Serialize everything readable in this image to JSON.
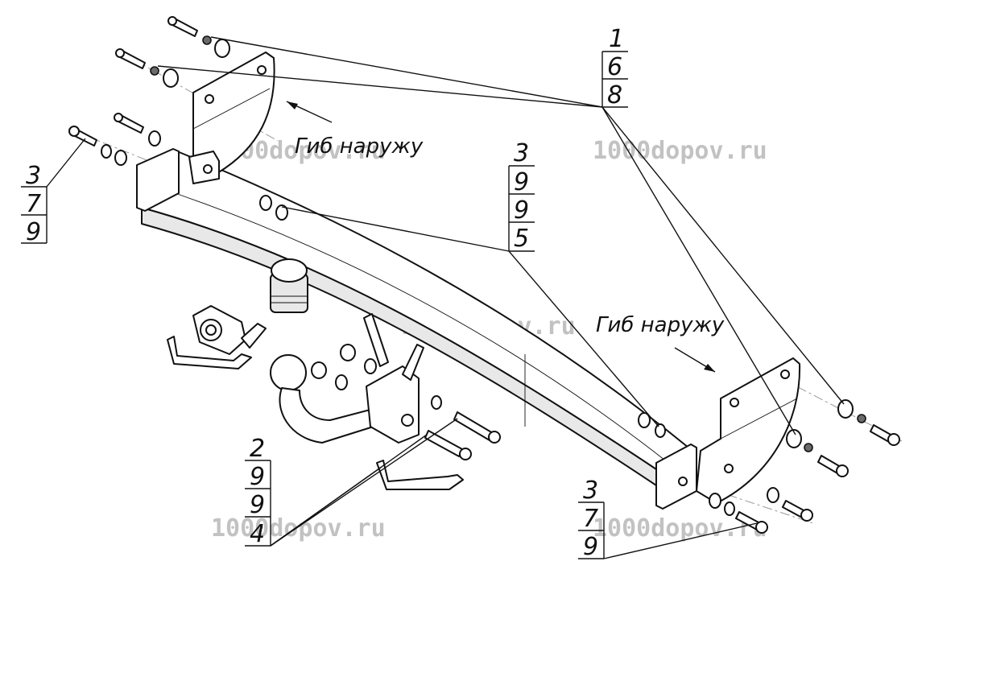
{
  "labels": {
    "bend_out_top": "Гиб наружу",
    "bend_out_right": "Гиб наружу"
  },
  "watermark": "1000dopov.ru",
  "callouts": {
    "top_right": [
      "1",
      "6",
      "8"
    ],
    "center": [
      "3",
      "9",
      "9",
      "5"
    ],
    "left": [
      "3",
      "7",
      "9"
    ],
    "bottom_left": [
      "2",
      "9",
      "9",
      "4"
    ],
    "bottom_right": [
      "3",
      "7",
      "9"
    ]
  }
}
